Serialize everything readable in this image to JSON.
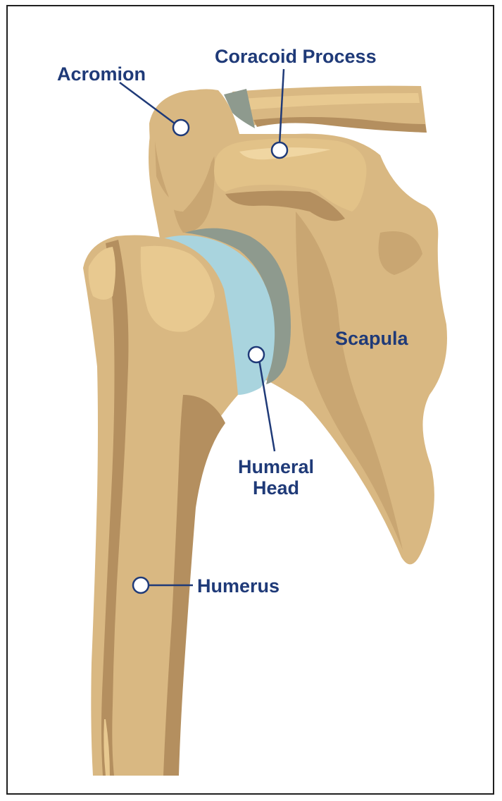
{
  "colors": {
    "text": "#1f3a78",
    "bone": "#d9b882",
    "bone_shadow": "#b48f5f",
    "bone_light": "#e8c990",
    "cartilage": "#a9d4de",
    "labrum": "#8e9a8e",
    "frame": "#1f1f1f"
  },
  "labels": {
    "acromion": "Acromion",
    "coracoid_process": "Coracoid Process",
    "scapula": "Scapula",
    "humeral_head_line1": "Humeral",
    "humeral_head_line2": "Head",
    "humerus": "Humerus"
  }
}
